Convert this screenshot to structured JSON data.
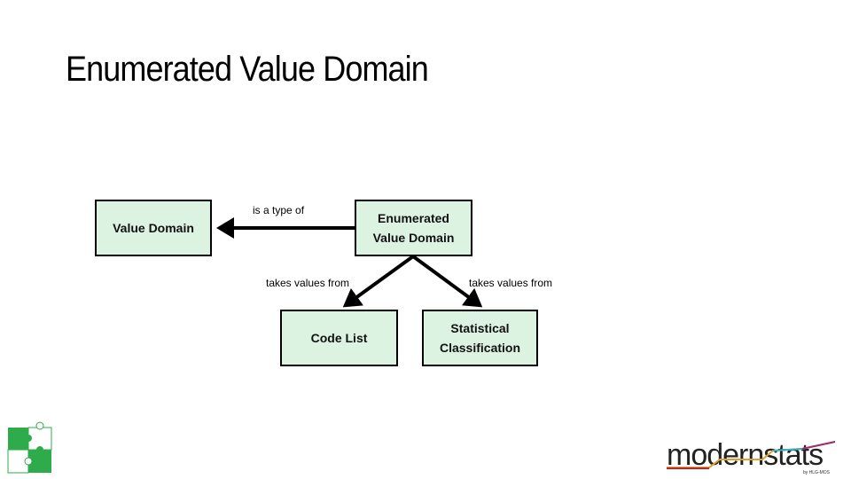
{
  "slide": {
    "title": "Enumerated Value Domain"
  },
  "diagram": {
    "nodes": {
      "value_domain": "Value Domain",
      "enumerated_value_domain": "Enumerated Value Domain",
      "code_list": "Code List",
      "statistical_classification": "Statistical Classification"
    },
    "edges": {
      "is_a_type_of": "is a type of",
      "takes_values_from_left": "takes values from",
      "takes_values_from_right": "takes values from"
    },
    "box_fill": "#ddf3e2"
  },
  "logos": {
    "puzzle_color": "#2eab4a",
    "modernstats": "modernstats",
    "modernstats_sub": "by HLG-MOS"
  }
}
